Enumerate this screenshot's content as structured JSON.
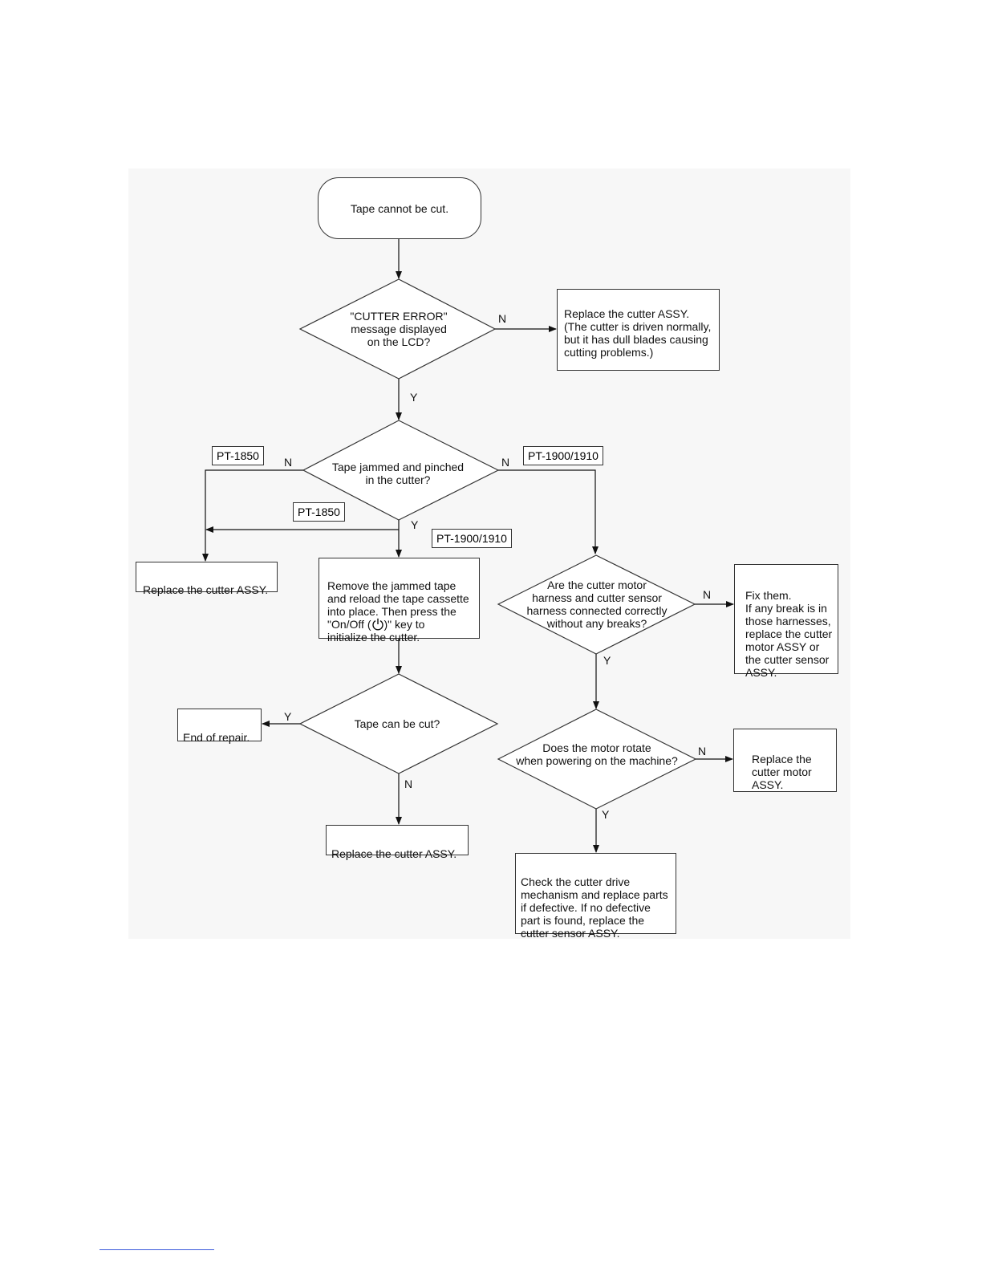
{
  "flowchart": {
    "start": "Tape cannot be cut.",
    "d_cutter_error": "\"CUTTER ERROR\"\nmessage displayed\non the LCD?",
    "r_replace_dull": "Replace the cutter ASSY.\n(The cutter is driven normally,\nbut it has dull blades causing\ncutting problems.)",
    "d_tape_jammed": "Tape jammed and pinched\nin the cutter?",
    "tag_pt1850_a": "PT-1850",
    "tag_pt1850_b": "PT-1850",
    "tag_pt1900_a": "PT-1900/1910",
    "tag_pt1900_b": "PT-1900/1910",
    "r_replace_left": "Replace the cutter ASSY.",
    "r_remove_jammed_1": "Remove the jammed tape\nand reload the tape cassette\ninto place.  Then press the\n\"On/Off (",
    "r_remove_jammed_2": ")\" key to\ninitialize the cutter.",
    "d_harness": "Are the cutter motor\nharness and cutter sensor\nharness connected correctly\nwithout any breaks?",
    "r_fix_them": "Fix them.\nIf any break is in\nthose harnesses,\nreplace the cutter\nmotor ASSY or\nthe cutter sensor\nASSY.",
    "d_tape_cut": "Tape can be cut?",
    "r_end": "End of repair.",
    "r_replace_bottom": "Replace the cutter ASSY.",
    "d_motor_rotate": "Does the motor rotate\nwhen powering on the machine?",
    "r_replace_motor": "Replace the\ncutter motor\nASSY.",
    "r_check_drive": "Check the cutter drive\nmechanism and replace parts\nif defective. If no defective\npart is found, replace the\ncutter sensor ASSY.",
    "labels": {
      "n1": "N",
      "y1": "Y",
      "n2l": "N",
      "n2r": "N",
      "y2": "Y",
      "n3": "N",
      "y3": "Y",
      "y4": "Y",
      "n4": "N",
      "n5": "N",
      "y5": "Y"
    }
  }
}
